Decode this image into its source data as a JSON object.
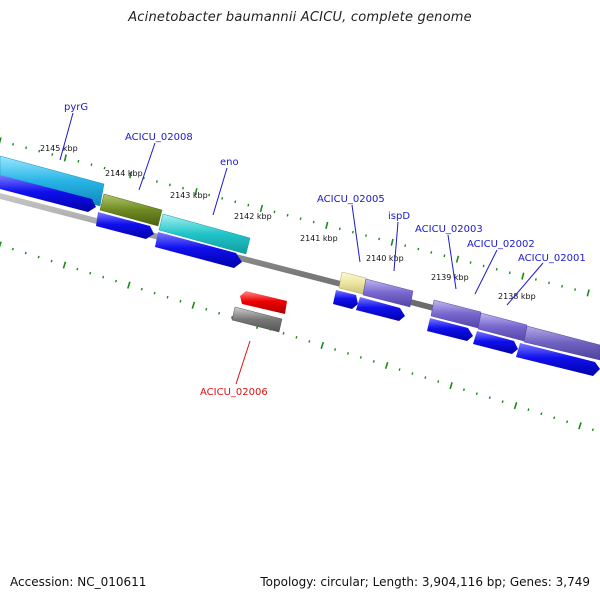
{
  "title": "Acinetobacter baumannii ACICU, complete genome",
  "footer": {
    "accession": "Accession: NC_010611",
    "summary": "Topology: circular; Length: 3,904,116 bp; Genes: 3,749"
  },
  "colors": {
    "backbone": "#7a7a7a",
    "cds_blue": "#1010ee",
    "cds_red": "#ee0000",
    "label_blue": "#1a1acc",
    "label_red": "#dd1111",
    "tick_green": "#1a8a1a",
    "pyrG": "#27b5e6",
    "ACICU_02008": "#6f8a22",
    "eno": "#20c4c8",
    "ACICU_02005": "#ece6a0",
    "ispD": "#7766cc",
    "ACICU_02003": "#7766cc",
    "ACICU_02002": "#7766cc",
    "ACICU_02001": "#6e62c0",
    "ACICU_02006": "#777777"
  },
  "kbp_labels": [
    "2145 kbp",
    "2144 kbp",
    "2143 kbp",
    "2142 kbp",
    "2141 kbp",
    "2140 kbp",
    "2139 kbp",
    "2138 kbp"
  ],
  "gene_labels": {
    "pyrG": "pyrG",
    "ACICU_02008": "ACICU_02008",
    "eno": "eno",
    "ACICU_02005": "ACICU_02005",
    "ispD": "ispD",
    "ACICU_02003": "ACICU_02003",
    "ACICU_02002": "ACICU_02002",
    "ACICU_02001": "ACICU_02001",
    "ACICU_02006": "ACICU_02006"
  }
}
